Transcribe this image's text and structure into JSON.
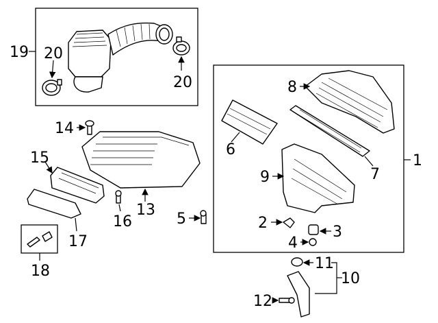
{
  "callouts": {
    "c1": "1",
    "c2": "2",
    "c3": "3",
    "c4": "4",
    "c5": "5",
    "c6": "6",
    "c7": "7",
    "c8": "8",
    "c9": "9",
    "c10": "10",
    "c11": "11",
    "c12": "12",
    "c13": "13",
    "c14": "14",
    "c15": "15",
    "c16": "16",
    "c17": "17",
    "c18": "18",
    "c19": "19",
    "c20a": "20",
    "c20b": "20"
  }
}
